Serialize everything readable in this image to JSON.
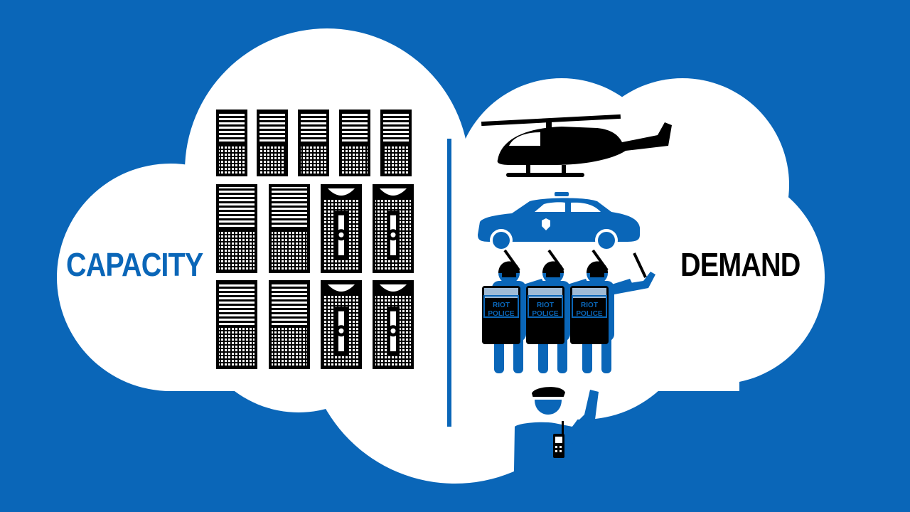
{
  "labels": {
    "capacity": "CAPACITY",
    "demand": "DEMAND"
  },
  "shield_text": [
    "RIOT",
    "POLICE"
  ],
  "colors": {
    "background": "#0a66b8",
    "cloud": "#ffffff",
    "accent": "#0a66b8",
    "ink": "#000000"
  },
  "icons": [
    "server-rack-icon",
    "helicopter-icon",
    "police-car-icon",
    "riot-police-icon",
    "police-officer-icon"
  ]
}
